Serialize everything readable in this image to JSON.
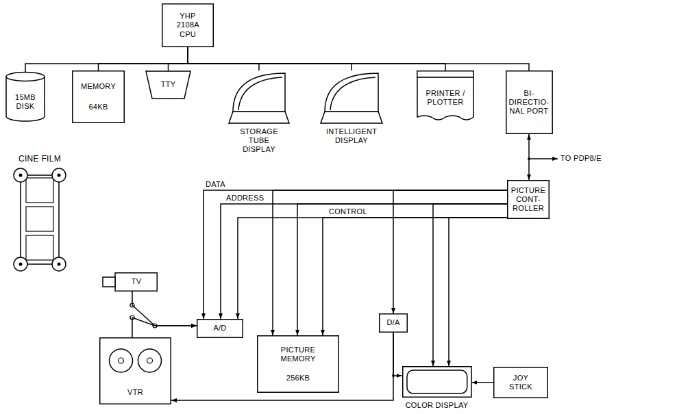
{
  "diagram": {
    "nodes": [
      {
        "text": [
          "YHP 2108A CPU"
        ]
      },
      {
        "text": [
          "15MB DISK"
        ]
      },
      {
        "text": [
          "MEMORY",
          "64KB"
        ]
      },
      {
        "text": [
          "TTY"
        ]
      },
      {
        "text": [
          "STORAGE TUBE DISPLAY"
        ]
      },
      {
        "text": [
          "INTELLIGENT DISPLAY"
        ]
      },
      {
        "text": [
          "PRINTER / PLOTTER"
        ]
      },
      {
        "text": [
          "BI- DIRECTIO- NAL PORT"
        ]
      },
      {
        "text": [
          "PICTURE CONT- ROLLER"
        ]
      },
      {
        "text": [
          "CINE FILM"
        ]
      },
      {
        "text": [
          "TV"
        ]
      },
      {
        "text": [
          "VTR"
        ]
      },
      {
        "text": [
          "A/D"
        ]
      },
      {
        "text": [
          "PICTURE MEMORY",
          "256KB"
        ]
      },
      {
        "text": [
          "D/A"
        ]
      },
      {
        "text": [
          "COLOR DISPLAY"
        ]
      },
      {
        "text": [
          "JOY STICK"
        ]
      }
    ],
    "edges": [
      {
        "from": 0,
        "to": 1,
        "arrow": "none"
      },
      {
        "from": 0,
        "to": 2,
        "arrow": "none"
      },
      {
        "from": 0,
        "to": 3,
        "arrow": "none"
      },
      {
        "from": 0,
        "to": 4,
        "arrow": "none"
      },
      {
        "from": 0,
        "to": 5,
        "arrow": "none"
      },
      {
        "from": 0,
        "to": 6,
        "arrow": "none"
      },
      {
        "from": 0,
        "to": 7,
        "arrow": "none"
      },
      {
        "from": 7,
        "to": 8,
        "arrow": "both"
      },
      {
        "from": 8,
        "to": 12,
        "arrow": "to"
      },
      {
        "from": 8,
        "to": 13,
        "arrow": "to"
      },
      {
        "from": 8,
        "to": 14,
        "arrow": "to"
      },
      {
        "from": 8,
        "to": 12,
        "arrow": "to"
      },
      {
        "from": 8,
        "to": 13,
        "arrow": "to"
      },
      {
        "from": 8,
        "to": 15,
        "arrow": "to"
      },
      {
        "from": 8,
        "to": 12,
        "arrow": "to"
      },
      {
        "from": 8,
        "to": 13,
        "arrow": "to"
      },
      {
        "from": 8,
        "to": 15,
        "arrow": "to"
      },
      {
        "from": 10,
        "to": 12,
        "arrow": "to"
      },
      {
        "from": 11,
        "to": 12,
        "arrow": "to"
      },
      {
        "from": 14,
        "to": 15,
        "arrow": "to"
      },
      {
        "from": 14,
        "to": 11,
        "arrow": "to"
      },
      {
        "from": 16,
        "to": 15,
        "arrow": "to"
      }
    ],
    "labels": [
      "TO PDP8/E",
      "DATA",
      "ADDRESS",
      "CONTROL"
    ]
  }
}
